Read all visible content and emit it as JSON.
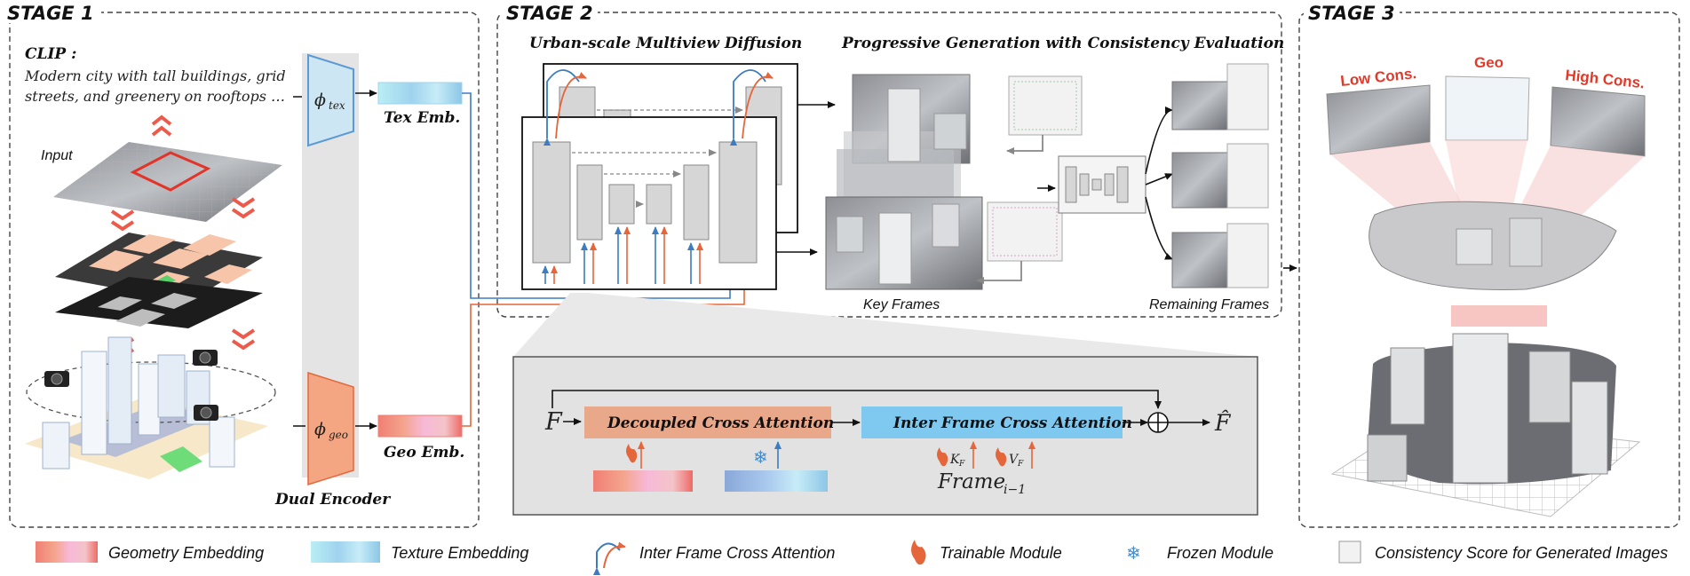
{
  "stages": {
    "s1": "STAGE 1",
    "s2": "STAGE 2",
    "s3": "STAGE 3"
  },
  "stage1": {
    "clip_label": "CLIP :",
    "clip_line1": "Modern city with tall buildings, grid",
    "clip_line2": "streets, and greenery on rooftops …",
    "input_label": "Input",
    "phi_tex_base": "ϕ",
    "phi_tex_sub": "tex",
    "phi_geo_base": "ϕ",
    "phi_geo_sub": "geo",
    "tex_emb": "Tex Emb.",
    "geo_emb": "Geo Emb.",
    "dual_encoder": "Dual Encoder"
  },
  "stage2": {
    "title_left": "Urban-scale Multiview Diffusion",
    "title_right": "Progressive Generation with Consistency Evaluation",
    "key_frames": "Key Frames",
    "remaining_frames": "Remaining Frames",
    "F_in": "F",
    "dca": "Decoupled Cross Attention",
    "ifca": "Inter Frame Cross Attention",
    "K_F": "K",
    "K_sub": "F",
    "V_F": "V",
    "V_sub": "F",
    "frame_base": "Frame",
    "frame_sub": "i−1",
    "F_out": "F̂"
  },
  "stage3": {
    "low_cons": "Low Cons.",
    "geo": "Geo",
    "high_cons": "High Cons."
  },
  "legend": {
    "geometry_embedding": "Geometry  Embedding",
    "texture_embedding": "Texture  Embedding",
    "inter_frame": "Inter Frame Cross Attention",
    "trainable": "Trainable Module",
    "frozen": "Frozen Module",
    "consistency": "Consistency Score for Generated Images"
  },
  "colors": {
    "geo_orange": "#f2a27e",
    "tex_blue": "#a9d6ec",
    "dca_fill": "#eaa88a",
    "ifca_fill": "#7fc8f0",
    "arrow_blue": "#3c7cc0",
    "arrow_orange": "#e4663a",
    "red_text": "#e23a2a"
  }
}
